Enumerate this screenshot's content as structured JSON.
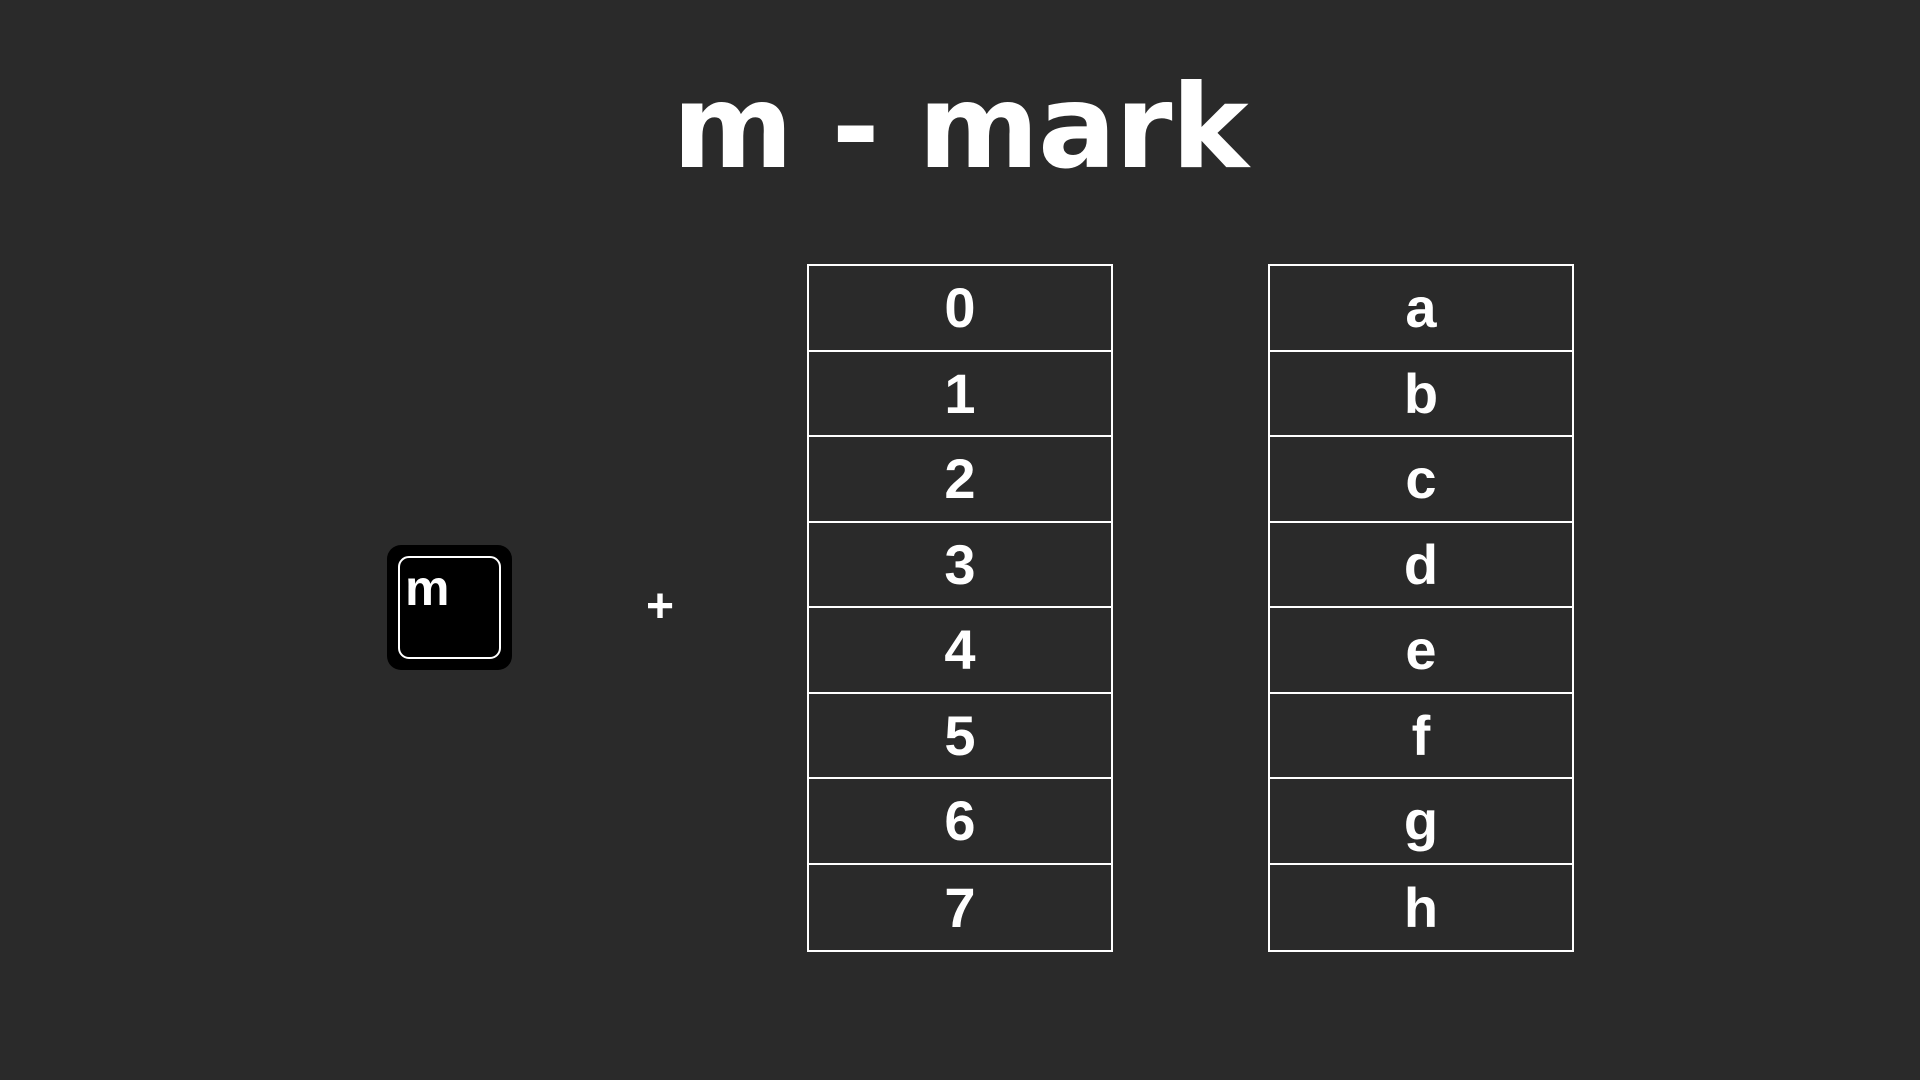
{
  "title": "m - mark",
  "key": {
    "label": "m"
  },
  "operator": "+",
  "columns": {
    "numbers": [
      "0",
      "1",
      "2",
      "3",
      "4",
      "5",
      "6",
      "7"
    ],
    "letters": [
      "a",
      "b",
      "c",
      "d",
      "e",
      "f",
      "g",
      "h"
    ]
  },
  "colors": {
    "background": "#2a2a2a",
    "foreground": "#ffffff",
    "key_background": "#000000"
  }
}
